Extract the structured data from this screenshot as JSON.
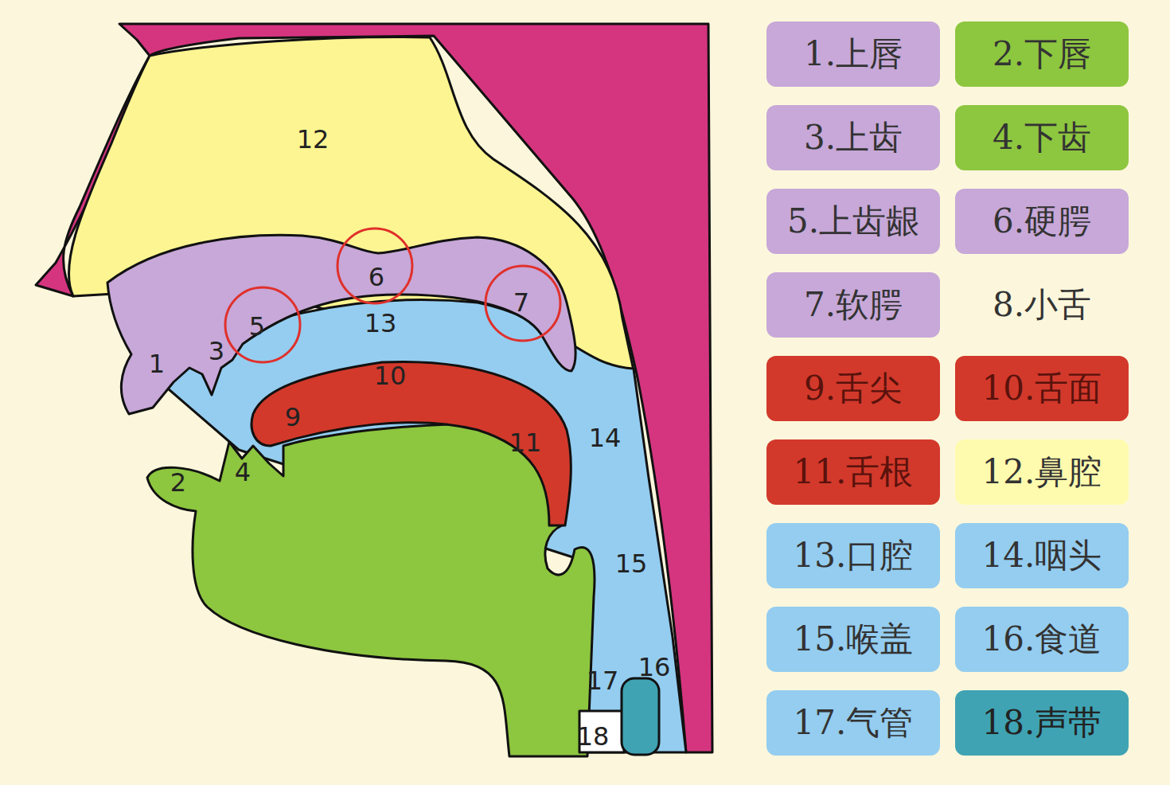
{
  "diagram": {
    "labels": [
      "12",
      "6",
      "5",
      "7",
      "13",
      "1",
      "3",
      "10",
      "9",
      "11",
      "14",
      "2",
      "4",
      "15",
      "17",
      "16",
      "18"
    ],
    "legend": [
      {
        "text": "1.上唇",
        "color": "#c7a8d8"
      },
      {
        "text": "2.下唇",
        "color": "#8dc63f"
      },
      {
        "text": "3.上齿",
        "color": "#c7a8d8"
      },
      {
        "text": "4.下齿",
        "color": "#8dc63f"
      },
      {
        "text": "5.上齿龈",
        "color": "#c7a8d8"
      },
      {
        "text": "6.硬腭",
        "color": "#c7a8d8"
      },
      {
        "text": "7.软腭",
        "color": "#c7a8d8"
      },
      {
        "text": "8.小舌",
        "color": "#fcf7dc"
      },
      {
        "text": "9.舌尖",
        "color": "#d2392b"
      },
      {
        "text": "10.舌面",
        "color": "#d2392b"
      },
      {
        "text": "11.舌根",
        "color": "#d2392b"
      },
      {
        "text": "12.鼻腔",
        "color": "#fffbae"
      },
      {
        "text": "13.口腔",
        "color": "#94cdf0"
      },
      {
        "text": "14.咽头",
        "color": "#94cdf0"
      },
      {
        "text": "15.喉盖",
        "color": "#94cdf0"
      },
      {
        "text": "16.食道",
        "color": "#94cdf0"
      },
      {
        "text": "17.气管",
        "color": "#94cdf0"
      },
      {
        "text": "18.声带",
        "color": "#3fa3b3"
      }
    ]
  }
}
